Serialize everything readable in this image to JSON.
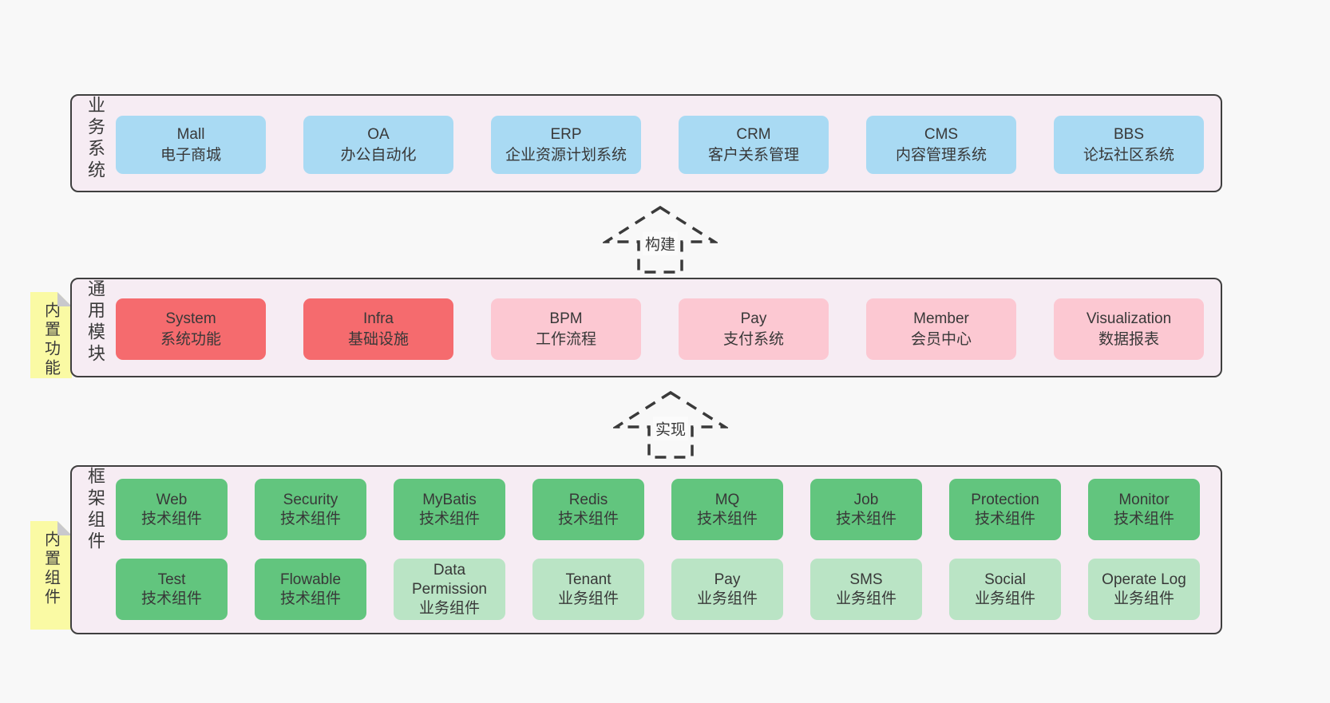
{
  "colors": {
    "page_bg": "#f8f8f8",
    "container_bg": "#f6ecf3",
    "container_border": "#3f3f3f",
    "business_box": "#a9daf3",
    "core_module_box": "#f56b6e",
    "optional_module_box": "#fcc8d2",
    "tech_component_box": "#62c57e",
    "biz_component_box": "#bae4c5",
    "note_bg": "#fafaa4",
    "note_fold": "#c9c9cd",
    "arrow_stroke": "#3a3a3a"
  },
  "arrows": {
    "build": "构建",
    "implement": "实现"
  },
  "sections": {
    "business": {
      "label": "业务系统",
      "boxes": [
        {
          "name": "Mall",
          "desc": "电子商城"
        },
        {
          "name": "OA",
          "desc": "办公自动化"
        },
        {
          "name": "ERP",
          "desc": "企业资源计划系统"
        },
        {
          "name": "CRM",
          "desc": "客户关系管理"
        },
        {
          "name": "CMS",
          "desc": "内容管理系统"
        },
        {
          "name": "BBS",
          "desc": "论坛社区系统"
        }
      ]
    },
    "modules": {
      "label": "通用模块",
      "note": "内置功能",
      "boxes": [
        {
          "name": "System",
          "desc": "系统功能"
        },
        {
          "name": "Infra",
          "desc": "基础设施"
        },
        {
          "name": "BPM",
          "desc": "工作流程"
        },
        {
          "name": "Pay",
          "desc": "支付系统"
        },
        {
          "name": "Member",
          "desc": "会员中心"
        },
        {
          "name": "Visualization",
          "desc": "数据报表"
        }
      ]
    },
    "components": {
      "label": "框架组件",
      "note": "内置组件",
      "row1": [
        {
          "name": "Web",
          "desc": "技术组件"
        },
        {
          "name": "Security",
          "desc": "技术组件"
        },
        {
          "name": "MyBatis",
          "desc": "技术组件"
        },
        {
          "name": "Redis",
          "desc": "技术组件"
        },
        {
          "name": "MQ",
          "desc": "技术组件"
        },
        {
          "name": "Job",
          "desc": "技术组件"
        },
        {
          "name": "Protection",
          "desc": "技术组件"
        },
        {
          "name": "Monitor",
          "desc": "技术组件"
        }
      ],
      "row2": [
        {
          "name": "Test",
          "desc": "技术组件"
        },
        {
          "name": "Flowable",
          "desc": "技术组件"
        },
        {
          "name": "Data Permission",
          "desc": "业务组件"
        },
        {
          "name": "Tenant",
          "desc": "业务组件"
        },
        {
          "name": "Pay",
          "desc": "业务组件"
        },
        {
          "name": "SMS",
          "desc": "业务组件"
        },
        {
          "name": "Social",
          "desc": "业务组件"
        },
        {
          "name": "Operate Log",
          "desc": "业务组件"
        }
      ]
    }
  }
}
